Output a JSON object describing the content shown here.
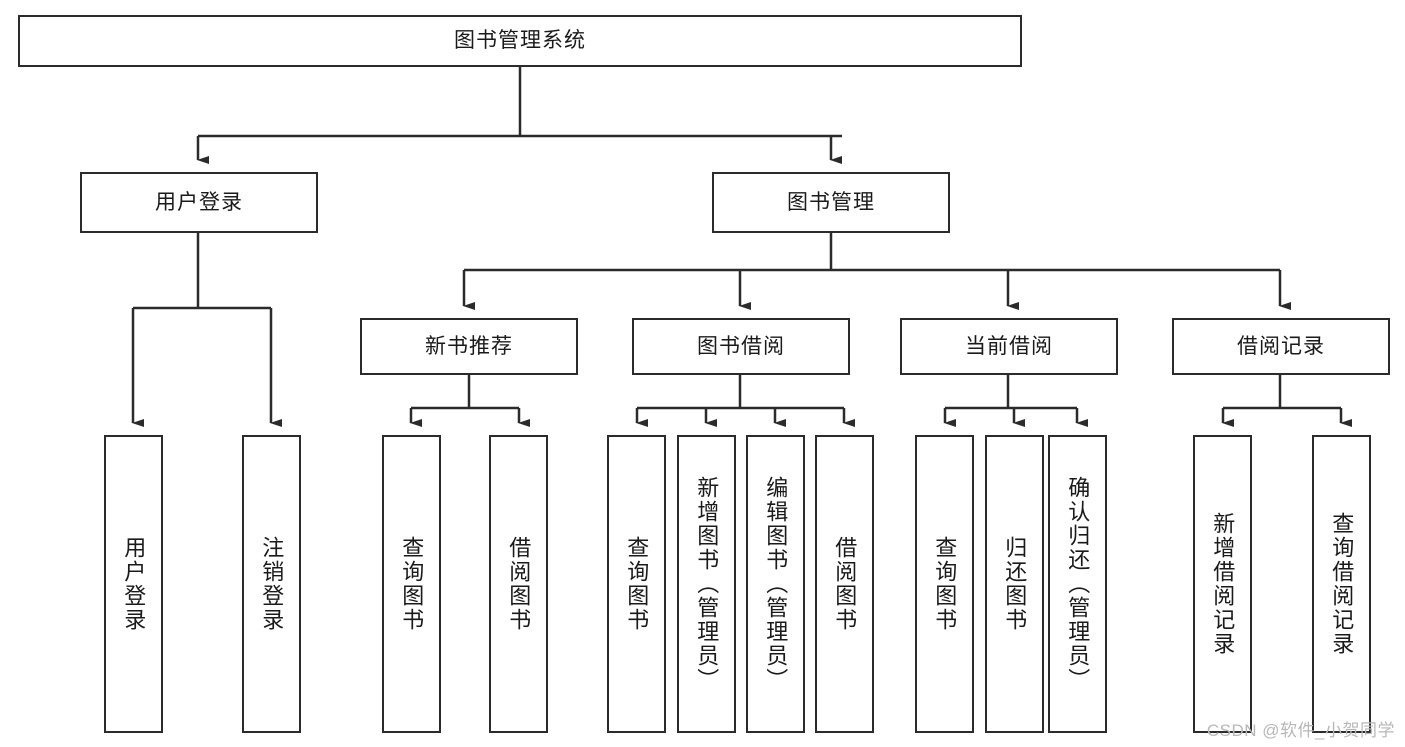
{
  "diagram": {
    "title": "图书管理系统",
    "type": "tree-hierarchy-chart",
    "watermark": "CSDN @软件_小贺同学",
    "stroke_color": "#2b2b2b",
    "fill_color": "#ffffff",
    "text_color": "#1a1a1a",
    "watermark_color": "#b8b8b8"
  },
  "nodes": {
    "root": {
      "label": "图书管理系统",
      "level": 0,
      "orientation": "horizontal"
    },
    "l1": [
      {
        "label": "用户登录",
        "level": 1,
        "orientation": "horizontal"
      },
      {
        "label": "图书管理",
        "level": 1,
        "orientation": "horizontal"
      }
    ],
    "l2": [
      {
        "label": "新书推荐",
        "level": 2,
        "orientation": "horizontal"
      },
      {
        "label": "图书借阅",
        "level": 2,
        "orientation": "horizontal"
      },
      {
        "label": "当前借阅",
        "level": 2,
        "orientation": "horizontal"
      },
      {
        "label": "借阅记录",
        "level": 2,
        "orientation": "horizontal"
      }
    ],
    "leaves_user_login": [
      {
        "label": "用户登录",
        "level": 2,
        "orientation": "vertical"
      },
      {
        "label": "注销登录",
        "level": 2,
        "orientation": "vertical"
      }
    ],
    "leaves_new_books": [
      {
        "label": "查询图书",
        "level": 3,
        "orientation": "vertical"
      },
      {
        "label": "借阅图书",
        "level": 3,
        "orientation": "vertical"
      }
    ],
    "leaves_borrow": [
      {
        "label": "查询图书",
        "level": 3,
        "orientation": "vertical"
      },
      {
        "label": "新增图书（管理员）",
        "level": 3,
        "orientation": "vertical"
      },
      {
        "label": "编辑图书（管理员）",
        "level": 3,
        "orientation": "vertical"
      },
      {
        "label": "借阅图书",
        "level": 3,
        "orientation": "vertical"
      }
    ],
    "leaves_current": [
      {
        "label": "查询图书",
        "level": 3,
        "orientation": "vertical"
      },
      {
        "label": "归还图书",
        "level": 3,
        "orientation": "vertical"
      },
      {
        "label": "确认归还（管理员）",
        "level": 3,
        "orientation": "vertical"
      }
    ],
    "leaves_records": [
      {
        "label": "新增借阅记录",
        "level": 3,
        "orientation": "vertical"
      },
      {
        "label": "查询借阅记录",
        "level": 3,
        "orientation": "vertical"
      }
    ]
  }
}
